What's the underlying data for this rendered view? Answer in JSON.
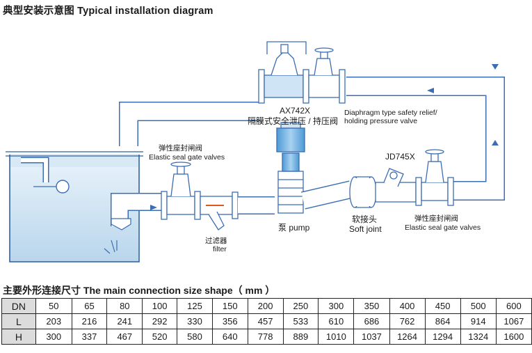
{
  "title": "典型安装示意图 Typical installation diagram",
  "labels": {
    "ax742x_model": "AX742X",
    "relief_valve_cn": "隔膜式安全泄压 / 持压阀",
    "relief_valve_en_1": "Diaphragm type safety relief/",
    "relief_valve_en_2": "holding pressure valve",
    "gate_valve_left_cn": "弹性座封闸阀",
    "gate_valve_left_en": "Elastic seal gate valves",
    "filter_cn": "过滤器",
    "filter_en": "filter",
    "pump": "泵 pump",
    "soft_joint_cn": "软接头",
    "soft_joint_en": "Soft joint",
    "jd745x_model": "JD745X",
    "gate_valve_right_cn": "弹性座封闸阀",
    "gate_valve_right_en": "Elastic seal gate valves"
  },
  "table_title": "主要外形连接尺寸 The main connection size shape（ mm ）",
  "table": {
    "rows": [
      {
        "header": "DN",
        "values": [
          "50",
          "65",
          "80",
          "100",
          "125",
          "150",
          "200",
          "250",
          "300",
          "350",
          "400",
          "450",
          "500",
          "600"
        ]
      },
      {
        "header": "L",
        "values": [
          "203",
          "216",
          "241",
          "292",
          "330",
          "356",
          "457",
          "533",
          "610",
          "686",
          "762",
          "864",
          "914",
          "1067"
        ]
      },
      {
        "header": "H",
        "values": [
          "300",
          "337",
          "467",
          "520",
          "580",
          "640",
          "778",
          "889",
          "1010",
          "1037",
          "1264",
          "1294",
          "1324",
          "1600"
        ]
      }
    ]
  },
  "colors": {
    "pipe_stroke": "#3b6db3",
    "pipe_fill": "#ffffff",
    "water": "#d3e6f3",
    "table_header": "#dcdcdc"
  }
}
